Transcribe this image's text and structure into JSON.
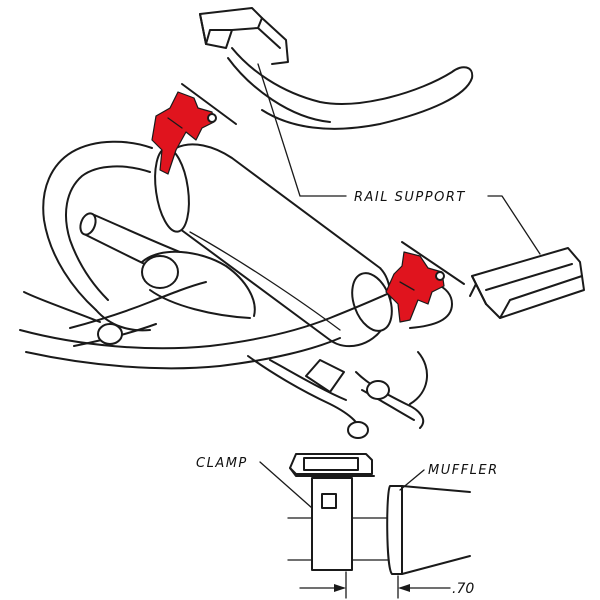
{
  "labels": {
    "rail_support": "RAIL SUPPORT",
    "clamp": "CLAMP",
    "muffler": "MUFFLER",
    "dimension": ".70"
  },
  "colors": {
    "hanger": "#e0141e",
    "line": "#1a1a1a",
    "background": "#ffffff"
  }
}
